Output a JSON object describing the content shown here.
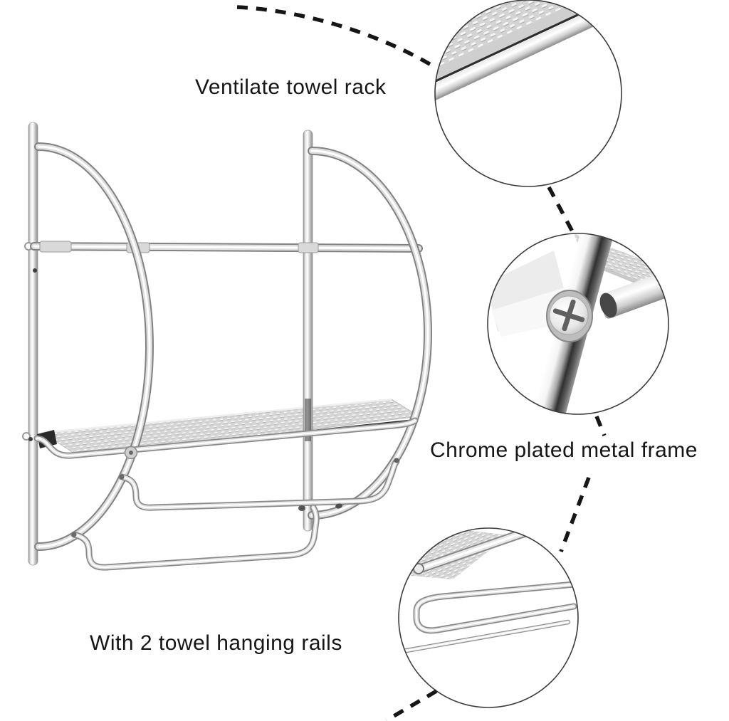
{
  "scene": {
    "background": "#ffffff"
  },
  "annotations": {
    "top_label": "Ventilate towel rack",
    "middle_label": "Chrome plated metal frame",
    "bottom_label": "With 2 towel hanging rails"
  },
  "callouts": [
    {
      "id": "shelf-surface-closeup",
      "feature": "perforated-ventilated-shelf"
    },
    {
      "id": "frame-joint-closeup",
      "feature": "chrome-frame-with-screw"
    },
    {
      "id": "towel-rail-closeup",
      "feature": "towel-hanging-rail-bend"
    }
  ],
  "colors": {
    "text": "#161616",
    "leader_line": "#161616",
    "circle_outline": "#3c3c3c",
    "chrome_light": "#ffffff",
    "chrome_mid": "#d8d8d8",
    "chrome_dark": "#858585",
    "mesh_gray": "#d6d6d6"
  }
}
